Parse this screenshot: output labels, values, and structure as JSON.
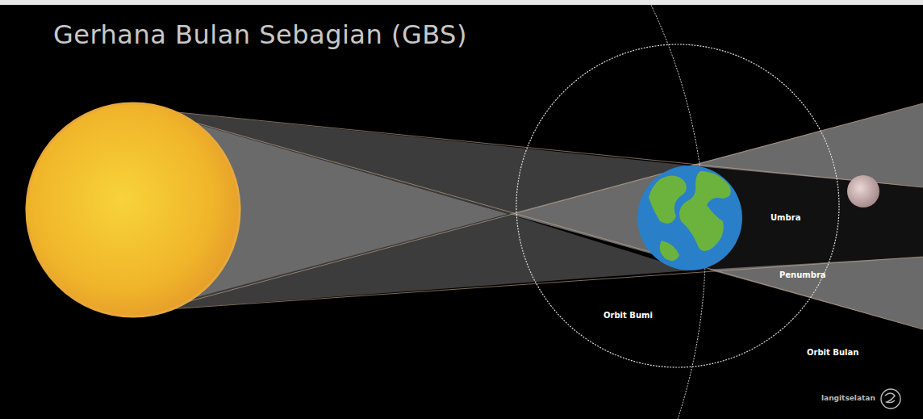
{
  "diagram": {
    "title": "Gerhana Bulan Sebagian (GBS)",
    "labels": [
      "Umbra",
      "Penumbra",
      "Orbit Bumi",
      "Orbit Bulan",
      "langitselatan"
    ]
  }
}
